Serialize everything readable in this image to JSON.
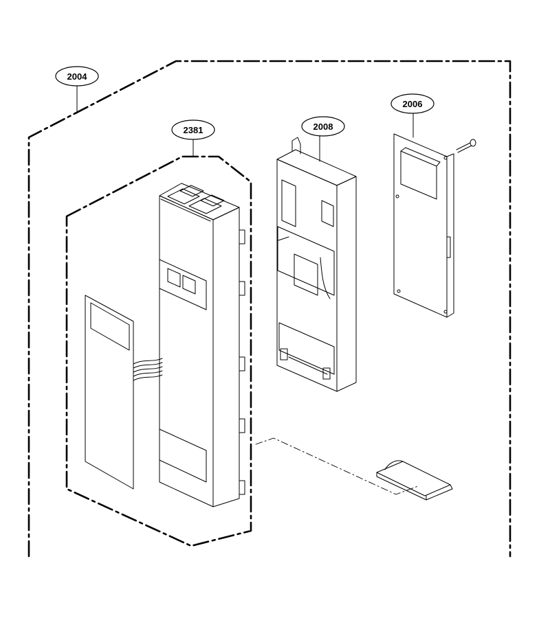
{
  "callouts": {
    "outer_assembly": "2004",
    "panel_group": "2381",
    "frame": "2008",
    "pcb": "2006"
  },
  "colors": {
    "line": "#000000",
    "background": "#ffffff"
  }
}
